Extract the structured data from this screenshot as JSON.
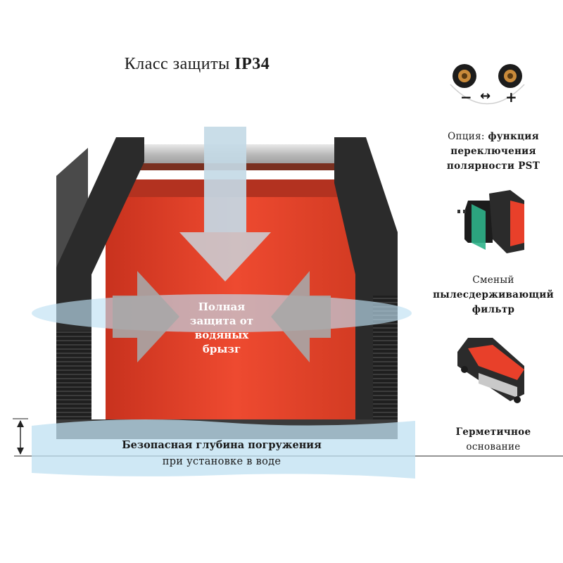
{
  "title": {
    "prefix": "Класс защиты",
    "bold": "IP34"
  },
  "center": {
    "lines": [
      "Полная",
      "защита от",
      "водяных",
      "брызг"
    ]
  },
  "depth": {
    "line1": "Безопасная глубина погружения",
    "line2": "при установке в воде"
  },
  "features": [
    {
      "icon": "polarity-connectors-icon",
      "lines": [
        {
          "normal": "Опция: ",
          "bold": "функция"
        },
        {
          "normal": "",
          "bold": "переключения"
        },
        {
          "normal": "",
          "bold": "полярности PST"
        }
      ]
    },
    {
      "icon": "dust-filter-icon",
      "lines": [
        {
          "normal": "Сменый",
          "bold": ""
        },
        {
          "normal": "",
          "bold": "пылесдерживающий"
        },
        {
          "normal": "",
          "bold": "фильтр"
        }
      ]
    },
    {
      "icon": "sealed-base-icon",
      "lines": [
        {
          "normal": "",
          "bold": "Герметичное"
        },
        {
          "normal": "основание",
          "bold": ""
        }
      ]
    }
  ],
  "polarity": {
    "minus": "−",
    "arrow": "↔",
    "plus": "+"
  },
  "colors": {
    "body_red": "#e8402a",
    "frame_black": "#2b2b2b",
    "water_blue": "#bfe0f2",
    "arrow_gray": "#9a9a9a"
  }
}
